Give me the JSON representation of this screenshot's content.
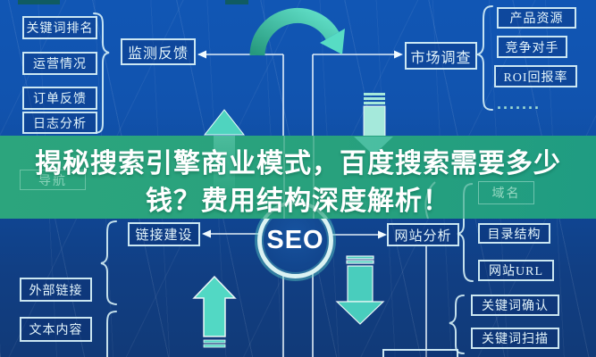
{
  "colors": {
    "background_top": "#1156b4",
    "background_bottom": "#113a78",
    "banner_green": "#28a07c",
    "arrow_teal": "#4fd6c2",
    "box_border": "#d6f0f8",
    "title_color": "#ffffff"
  },
  "title": {
    "line1": "揭秘搜索引擎商业模式，百度搜索需要多少",
    "line2": "钱？费用结构深度解析！"
  },
  "seo": {
    "label": "SEO"
  },
  "monitoring": {
    "hub": "监测反馈",
    "inputs": [
      "关键词排名",
      "运营情况",
      "订单反馈",
      "日志分析"
    ]
  },
  "market": {
    "hub": "市场调查",
    "outputs": [
      "产品资源",
      "竞争对手",
      "ROI回报率"
    ],
    "ellipsis": "·······"
  },
  "links": {
    "hub": "链接建设",
    "inputs": [
      "外部链接",
      "文本内容"
    ]
  },
  "site": {
    "hub": "网站分析",
    "outputs": [
      "域名",
      "目录结构",
      "网站URL",
      "关键词确认",
      "关键词扫描"
    ]
  },
  "nav": {
    "label": "导航"
  }
}
